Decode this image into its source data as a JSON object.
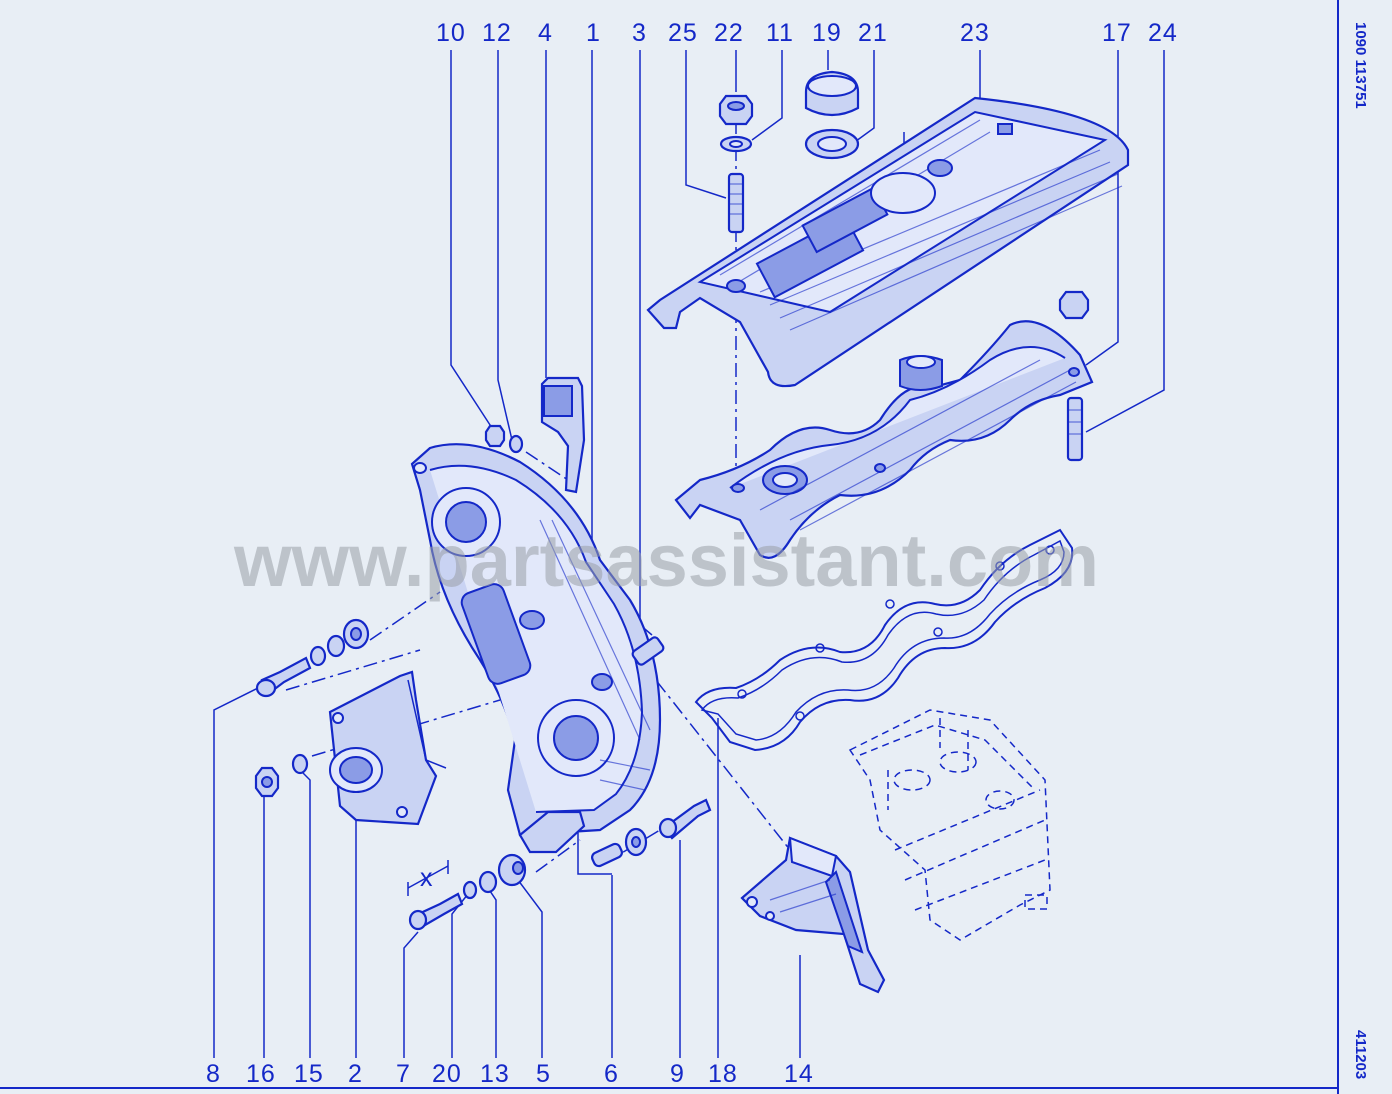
{
  "watermark": "www.partsassistant.com",
  "side_codes": {
    "top": "1090 113751",
    "bottom": "411203"
  },
  "dimension_mark": "x",
  "callouts": {
    "top": [
      {
        "id": "top-10",
        "text": "10"
      },
      {
        "id": "top-12",
        "text": "12"
      },
      {
        "id": "top-4",
        "text": "4"
      },
      {
        "id": "top-1",
        "text": "1"
      },
      {
        "id": "top-3",
        "text": "3"
      },
      {
        "id": "top-25",
        "text": "25"
      },
      {
        "id": "top-22",
        "text": "22"
      },
      {
        "id": "top-11",
        "text": "11"
      },
      {
        "id": "top-19",
        "text": "19"
      },
      {
        "id": "top-21",
        "text": "21"
      },
      {
        "id": "top-23",
        "text": "23"
      },
      {
        "id": "top-17",
        "text": "17"
      },
      {
        "id": "top-24",
        "text": "24"
      }
    ],
    "bottom": [
      {
        "id": "bot-8",
        "text": "8"
      },
      {
        "id": "bot-16",
        "text": "16"
      },
      {
        "id": "bot-15",
        "text": "15"
      },
      {
        "id": "bot-2",
        "text": "2"
      },
      {
        "id": "bot-7",
        "text": "7"
      },
      {
        "id": "bot-20",
        "text": "20"
      },
      {
        "id": "bot-13",
        "text": "13"
      },
      {
        "id": "bot-5",
        "text": "5"
      },
      {
        "id": "bot-6",
        "text": "6"
      },
      {
        "id": "bot-9",
        "text": "9"
      },
      {
        "id": "bot-18",
        "text": "18"
      },
      {
        "id": "bot-14",
        "text": "14"
      }
    ]
  }
}
